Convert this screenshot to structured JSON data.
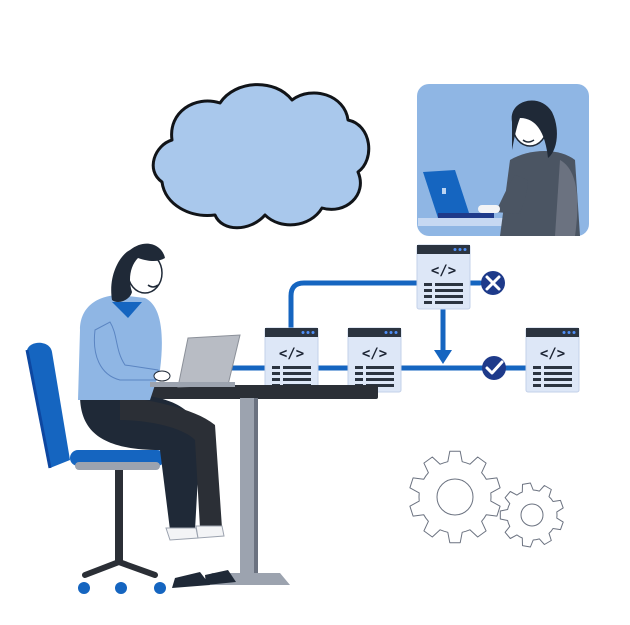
{
  "illustration": {
    "code_window_label": "</>",
    "colors": {
      "primary_blue": "#1565c0",
      "cloud_fill": "#a9c8ec",
      "window_header": "#2b3440",
      "window_body": "#dde7f7",
      "code_lines": "#2b3440",
      "photo_bg": "#8fb6e4",
      "navy": "#1e3a8a",
      "gear_stroke": "#6b7280"
    },
    "icons": [
      "cloud-icon",
      "code-window-icon",
      "reject-x-icon",
      "approve-check-icon",
      "gear-icon"
    ],
    "code_windows": [
      {
        "status": "pending"
      },
      {
        "status": "pending"
      },
      {
        "status": "rejected"
      },
      {
        "status": "approved"
      }
    ]
  }
}
